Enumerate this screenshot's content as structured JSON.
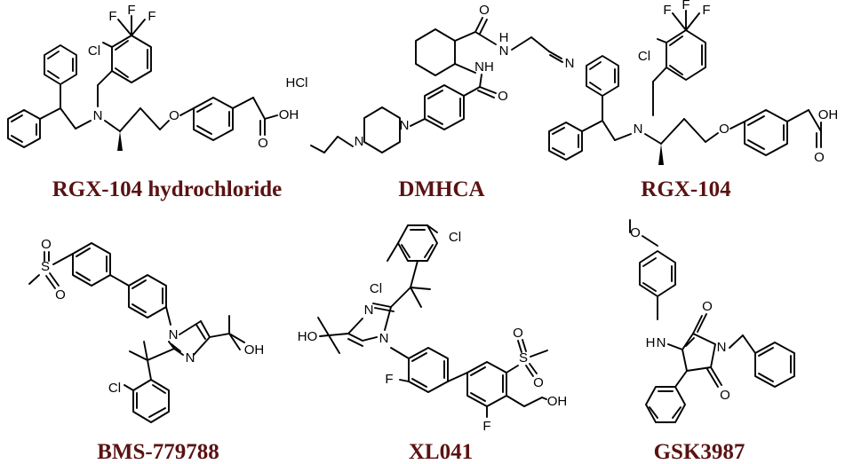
{
  "compounds": [
    {
      "name": "RGX-104 hydrochloride",
      "salt_label": "HCl",
      "atoms": {
        "cf3": "F",
        "cl": "Cl",
        "n": "N",
        "o": "O",
        "oh": "OH"
      }
    },
    {
      "name": "DMHCA",
      "atoms": {
        "o": "O",
        "nh": "N",
        "h": "H",
        "n_nitrile": "N",
        "nh_amide": "NH",
        "n_pip": "N"
      }
    },
    {
      "name": "RGX-104",
      "atoms": {
        "cf3": "F",
        "cl": "Cl",
        "n": "N",
        "o": "O",
        "oh": "OH"
      }
    },
    {
      "name": "BMS-779788",
      "atoms": {
        "s": "S",
        "o": "O",
        "n": "N",
        "oh": "OH",
        "cl": "Cl"
      }
    },
    {
      "name": "XL041",
      "atoms": {
        "cl": "Cl",
        "n": "N",
        "ho": "HO",
        "f": "F",
        "s": "S",
        "o": "O",
        "oh": "OH"
      }
    },
    {
      "name": "GSK3987",
      "atoms": {
        "o": "O",
        "h": "H",
        "n": "N"
      }
    }
  ]
}
